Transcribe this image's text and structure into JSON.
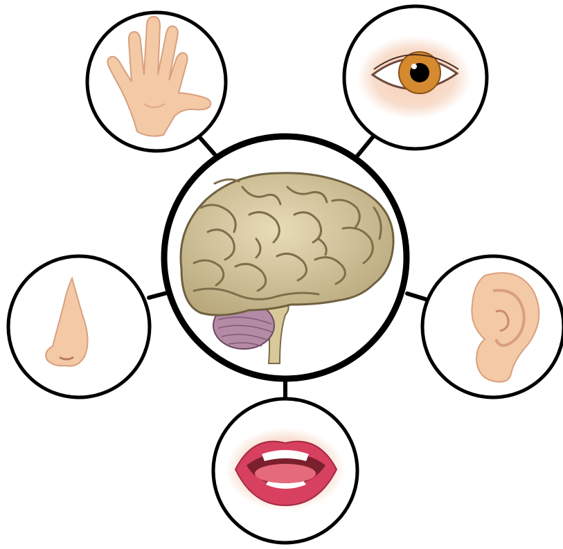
{
  "diagram": {
    "center": {
      "icon": "brain-icon",
      "label": ""
    },
    "nodes": [
      {
        "id": "touch",
        "icon": "hand-icon"
      },
      {
        "id": "sight",
        "icon": "eye-icon"
      },
      {
        "id": "smell",
        "icon": "nose-icon"
      },
      {
        "id": "hearing",
        "icon": "ear-icon"
      },
      {
        "id": "taste",
        "icon": "mouth-icon"
      }
    ],
    "colors": {
      "outline": "#000000",
      "skin": "#f3c9a6",
      "skin_shade": "#e6a983",
      "brain": "#cdbf96",
      "brain_shade": "#8d7d58",
      "cerebellum": "#b48aa5",
      "iris": "#d68a2f",
      "lips": "#d8405f",
      "tongue": "#e56a7c"
    }
  }
}
